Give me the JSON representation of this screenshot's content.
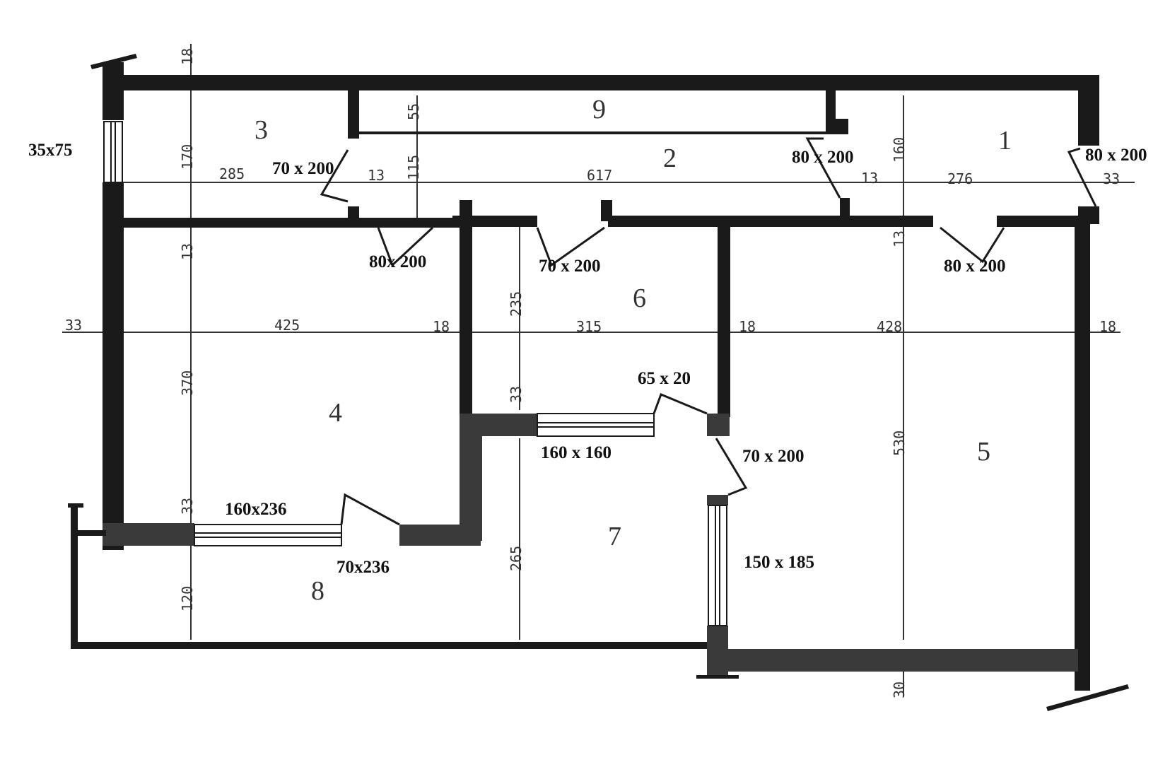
{
  "colors": {
    "wall": "#1a1a1a",
    "wall_fill": "#3a3a3a",
    "background": "#ffffff",
    "line": "#222222"
  },
  "rooms": [
    {
      "id": "1",
      "label": "1"
    },
    {
      "id": "2",
      "label": "2"
    },
    {
      "id": "3",
      "label": "3"
    },
    {
      "id": "4",
      "label": "4"
    },
    {
      "id": "5",
      "label": "5"
    },
    {
      "id": "6",
      "label": "6"
    },
    {
      "id": "7",
      "label": "7"
    },
    {
      "id": "8",
      "label": "8"
    },
    {
      "id": "9",
      "label": "9"
    }
  ],
  "openings": {
    "window_room3": "35x75",
    "door_room3": "70 x 200",
    "door_room4_top": "80x 200",
    "door_room6_top": "70 x 200",
    "door_room9_end": "80 x 200",
    "door_room1_right": "80 x 200",
    "door_room5_top": "80 x 200",
    "vent_room6": "65 x 20",
    "window_room7": "160 x 160",
    "door_room7_5": "70 x 200",
    "window_room4": "160x236",
    "door_room4_balcony": "70x236",
    "window_room5": "150 x 185"
  },
  "dimensions": {
    "top_wall": "18",
    "room3_height": "170",
    "room3_width": "285",
    "partition_a": "13",
    "corridor9_height": "55",
    "corridor2_height": "115",
    "corridor_width": "617",
    "partition_b": "13",
    "room1_height": "160",
    "room1_width": "276",
    "right_wall_top": "33",
    "inner_wall_left": "13",
    "left_wall": "33",
    "room4_width": "425",
    "wall_4_6": "18",
    "room6_height": "235",
    "room6_width": "315",
    "wall_6_5": "18",
    "room5_width": "428",
    "right_wall": "18",
    "room4_height": "370",
    "wall_6_7": "33",
    "room5_height": "530",
    "wall_4_8": "33",
    "room7_height": "265",
    "balcony_depth": "120",
    "bottom_wall": "30"
  }
}
